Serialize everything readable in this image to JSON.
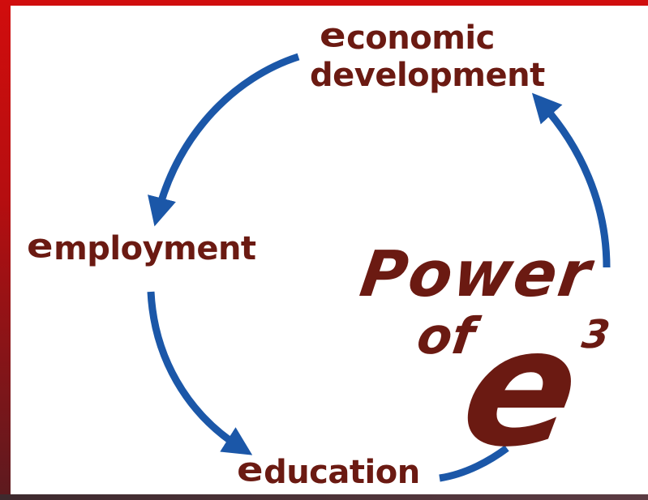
{
  "diagram": {
    "nodes": {
      "economic_development": {
        "initial": "e",
        "rest_line1": "conomic",
        "line2": "development"
      },
      "employment": {
        "initial": "e",
        "rest": "mployment"
      },
      "education": {
        "initial": "e",
        "rest": "ducation"
      }
    },
    "title": {
      "word1": "Power",
      "word2": "of",
      "letter": "e",
      "exponent": "3"
    },
    "colors": {
      "text": "#6b1a12",
      "arrow": "#1b57a8",
      "frame_top": "#d10d0d",
      "frame_bottom": "#5c1a1f",
      "background": "#ffffff"
    }
  }
}
